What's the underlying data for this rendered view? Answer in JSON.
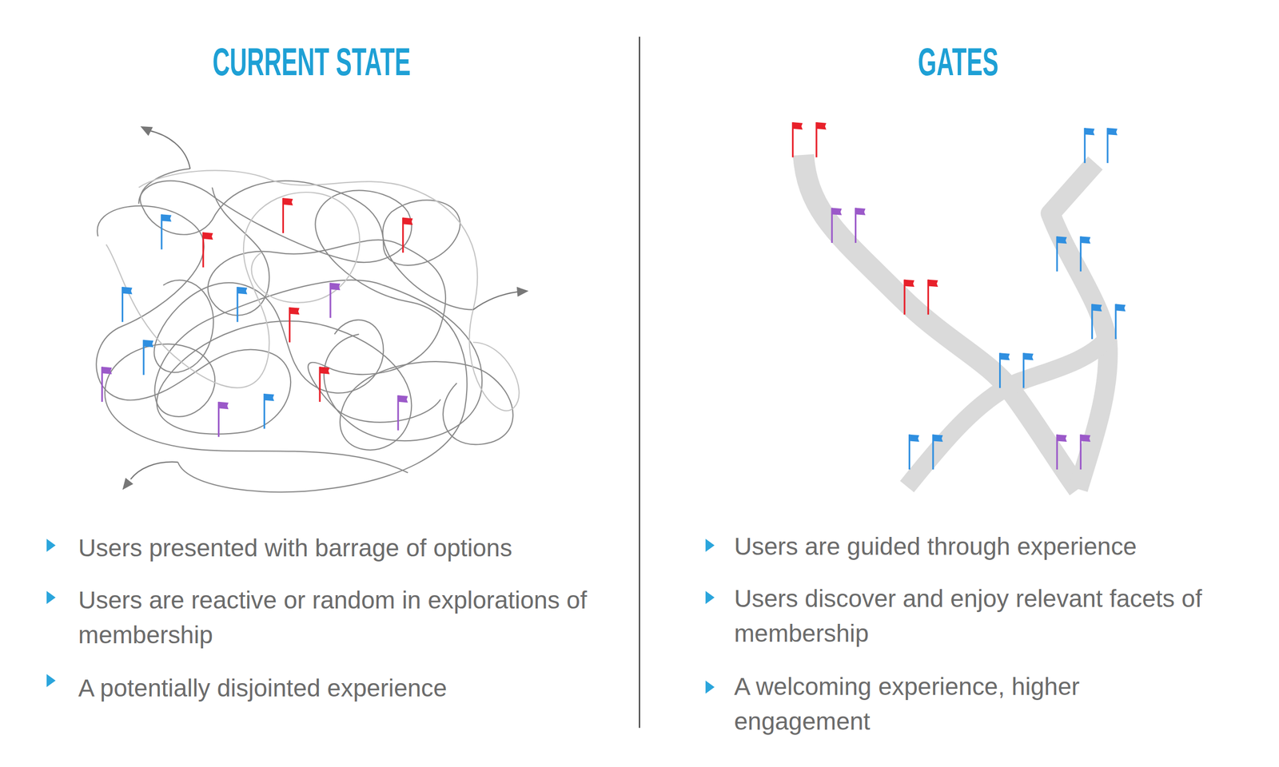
{
  "diagram": {
    "labels": [
      "CURRENT STATE",
      "GATES",
      "Users presented with barrage of options",
      "Users are reactive or random in explorations of membership",
      "A potentially disjointed experience",
      "Users are guided through experience",
      "Users discover and enjoy relevant facets of membership",
      "A welcoming experience, higher engagement"
    ]
  }
}
